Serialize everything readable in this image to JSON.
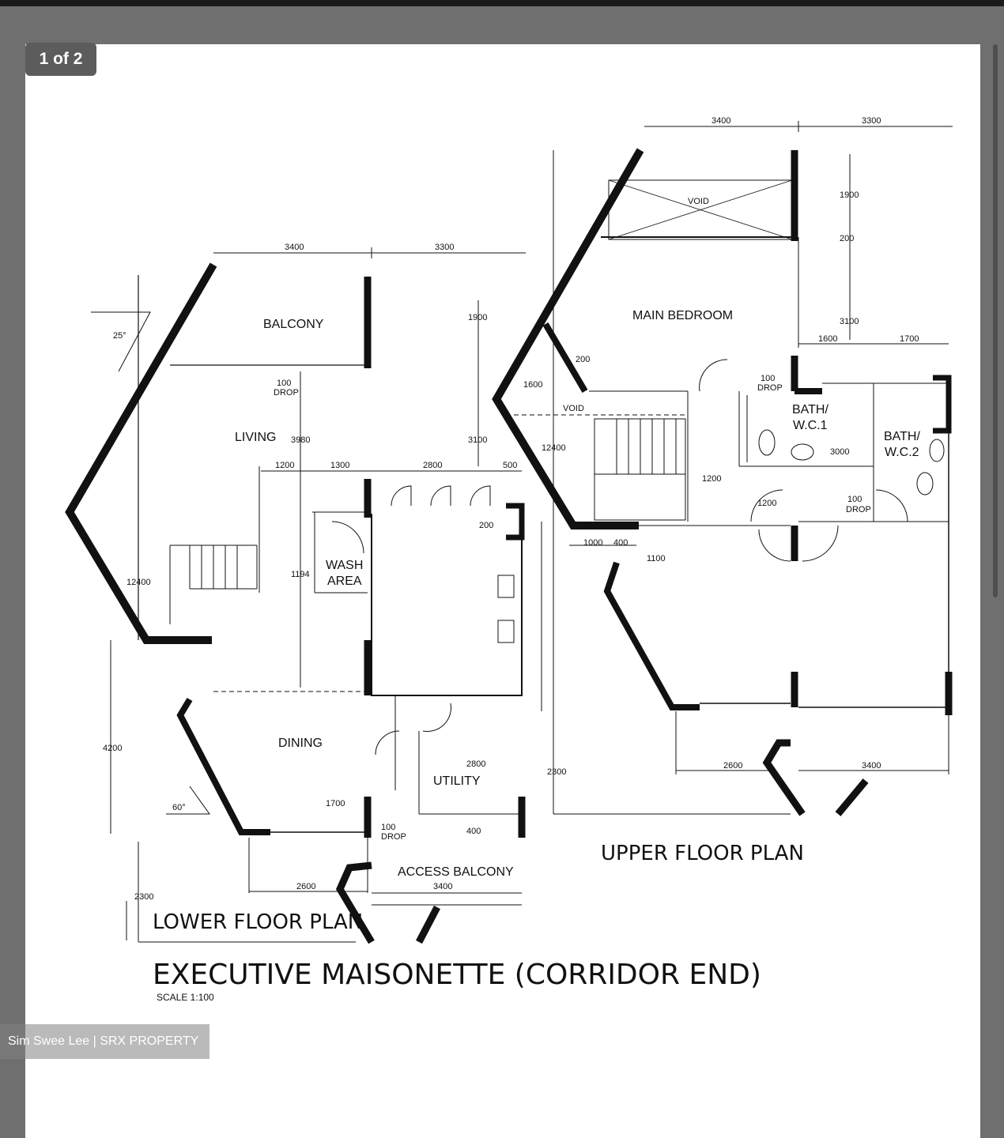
{
  "viewer": {
    "page_indicator": "1 of 2",
    "watermark": "Sim Swee Lee | SRX PROPERTY"
  },
  "drawing": {
    "title": "EXECUTIVE MAISONETTE (CORRIDOR END)",
    "scale": "SCALE 1:100",
    "lower_floor": {
      "caption": "LOWER FLOOR PLAN",
      "rooms": {
        "balcony": "BALCONY",
        "living": "LIVING",
        "wash_area_1": "WASH",
        "wash_area_2": "AREA",
        "dining": "DINING",
        "utility": "UTILITY",
        "access_balcony": "ACCESS BALCONY"
      },
      "dims": {
        "top_left": "3400",
        "top_right": "3300",
        "right_1900": "1900",
        "right_3100": "3100",
        "drop_100": "100",
        "drop_label": "DROP",
        "d3980": "3980",
        "d1200": "1200",
        "d1300": "1300",
        "d2800": "2800",
        "d500": "500",
        "d200": "200",
        "d12400": "12400",
        "d1194": "1194",
        "d4200": "4200",
        "d1700": "1700",
        "d2800b": "2800",
        "d400": "400",
        "d2300": "2300",
        "d2600": "2600",
        "d3400b": "3400",
        "drop2_100": "100",
        "drop2_label": "DROP",
        "angle_top": "25°",
        "angle_bot": "60°"
      }
    },
    "upper_floor": {
      "caption": "UPPER FLOOR PLAN",
      "rooms": {
        "void_top": "VOID",
        "main_bedroom": "MAIN BEDROOM",
        "void_mid": "VOID",
        "bath1_a": "BATH/",
        "bath1_b": "W.C.1",
        "bath2_a": "BATH/",
        "bath2_b": "W.C.2"
      },
      "dims": {
        "top_left": "3400",
        "top_right": "3300",
        "r1900": "1900",
        "r200": "200",
        "r3100": "3100",
        "d1600": "1600",
        "d1700": "1700",
        "d1600b": "1600",
        "d200": "200",
        "d12400": "12400",
        "drop_100": "100",
        "drop_label": "DROP",
        "d3000": "3000",
        "d1200": "1200",
        "d1200v": "1200",
        "drop2_100": "100",
        "drop2_label": "DROP",
        "d1000": "1000",
        "d400": "400",
        "d1100": "1100",
        "d2300": "2300",
        "d2600": "2600",
        "d3400b": "3400"
      }
    }
  }
}
